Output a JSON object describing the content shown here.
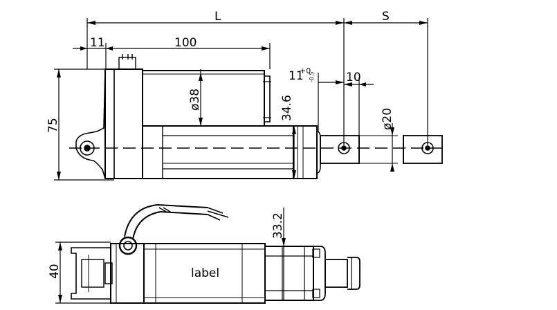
{
  "diagram": {
    "top_view": {
      "dim_L": "L",
      "dim_S": "S",
      "dim_11_left": "11",
      "dim_100": "100",
      "dim_75": "75",
      "dim_dia38": "ø38",
      "dim_34_6": "34.6",
      "dim_11_tol_base": "11",
      "dim_11_tol_upper": "+0",
      "dim_11_tol_lower": "-0.5",
      "dim_10": "10",
      "dim_dia20": "ø20"
    },
    "bottom_view": {
      "dim_33_2": "33.2",
      "dim_40": "40",
      "label_text": "label"
    }
  }
}
